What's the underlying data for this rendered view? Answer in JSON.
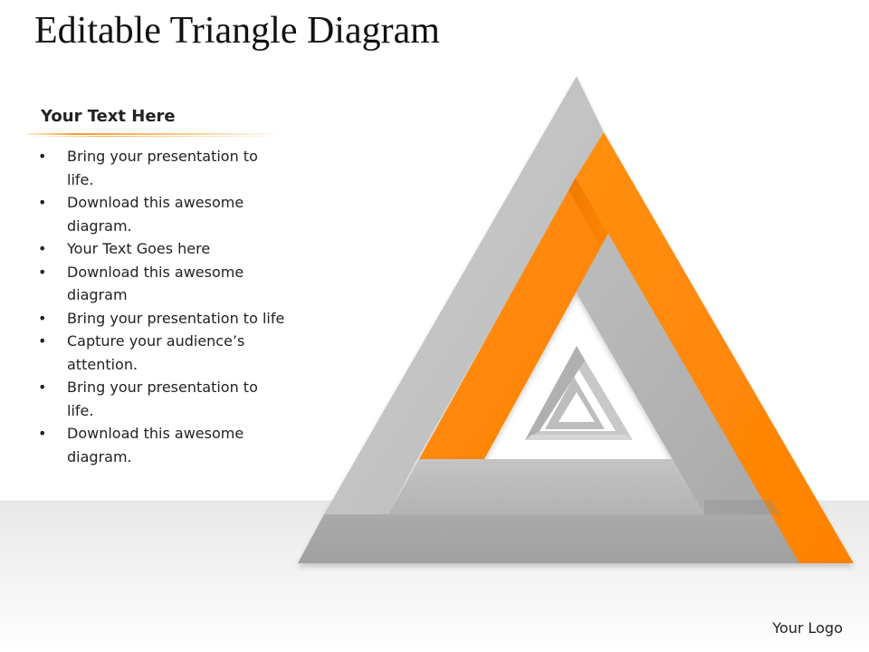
{
  "slide": {
    "title": "Editable Triangle Diagram",
    "logo_text": "Your Logo"
  },
  "text_panel": {
    "heading": "Your Text Here",
    "bullets": [
      "Bring your presentation to life.",
      "Download this awesome diagram.",
      "Your Text Goes here",
      "Download this awesome diagram",
      "Bring your presentation to life",
      "Capture your audience’s attention.",
      "Bring your presentation to life.",
      "Download this awesome diagram."
    ]
  },
  "colors": {
    "accent_orange": "#ff8400",
    "gray_light": "#c2c2c2",
    "gray_mid": "#b3b3b3",
    "gray_dark": "#a6a6a6"
  }
}
